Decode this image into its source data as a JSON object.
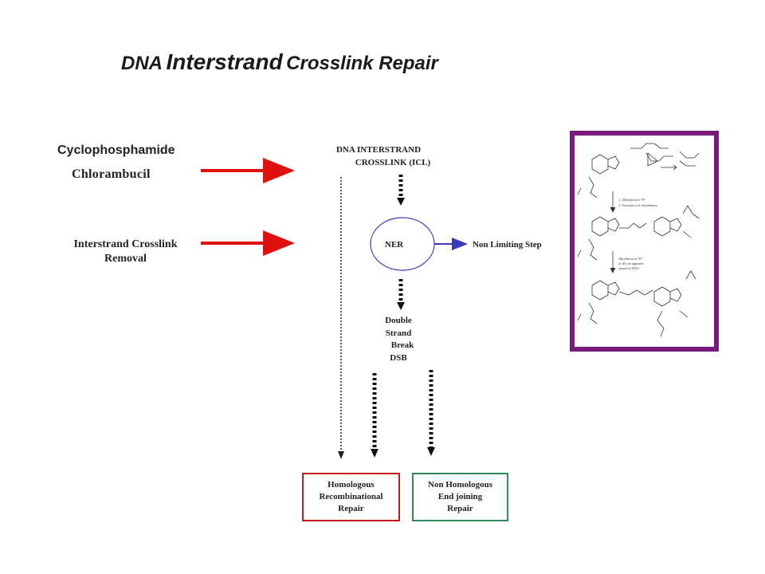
{
  "title": {
    "part1": "DNA",
    "part2": "Interstrand",
    "part3": "Crosslink Repair"
  },
  "agents": {
    "drug1": "Cyclophosphamide",
    "drug2": "Chlorambucil",
    "removal_line1": "Interstrand Crosslink",
    "removal_line2": "Removal"
  },
  "nodes": {
    "icl_line1": "DNA INTERSTRAND",
    "icl_line2": "CROSSLINK  (ICL)",
    "ner": "NER",
    "non_limiting": "Non Limiting Step",
    "dsb_line1": "Double",
    "dsb_line2": "Strand",
    "dsb_line3": "Break",
    "dsb_line4": "DSB"
  },
  "outcomes": {
    "hr_line1": "Homologous",
    "hr_line2": "Recombinational",
    "hr_line3": "Repair",
    "nhej_line1": "Non Homologous",
    "nhej_line2": "End joining",
    "nhej_line3": "Repair"
  },
  "figure": {
    "step1": "1. Alkylation of N7",
    "step2": "2. Formation of aziridinium",
    "step3_line1": "Alkylation of N7",
    "step3_line2": "of dG on opposite",
    "step3_line3": "strand of DNA"
  },
  "colors": {
    "red_arrow": "#e01010",
    "blue_arrow": "#3a3ab8",
    "frame": "#7a1a7a",
    "hr_border": "#c21a1a",
    "nhej_border": "#2e8b57"
  }
}
